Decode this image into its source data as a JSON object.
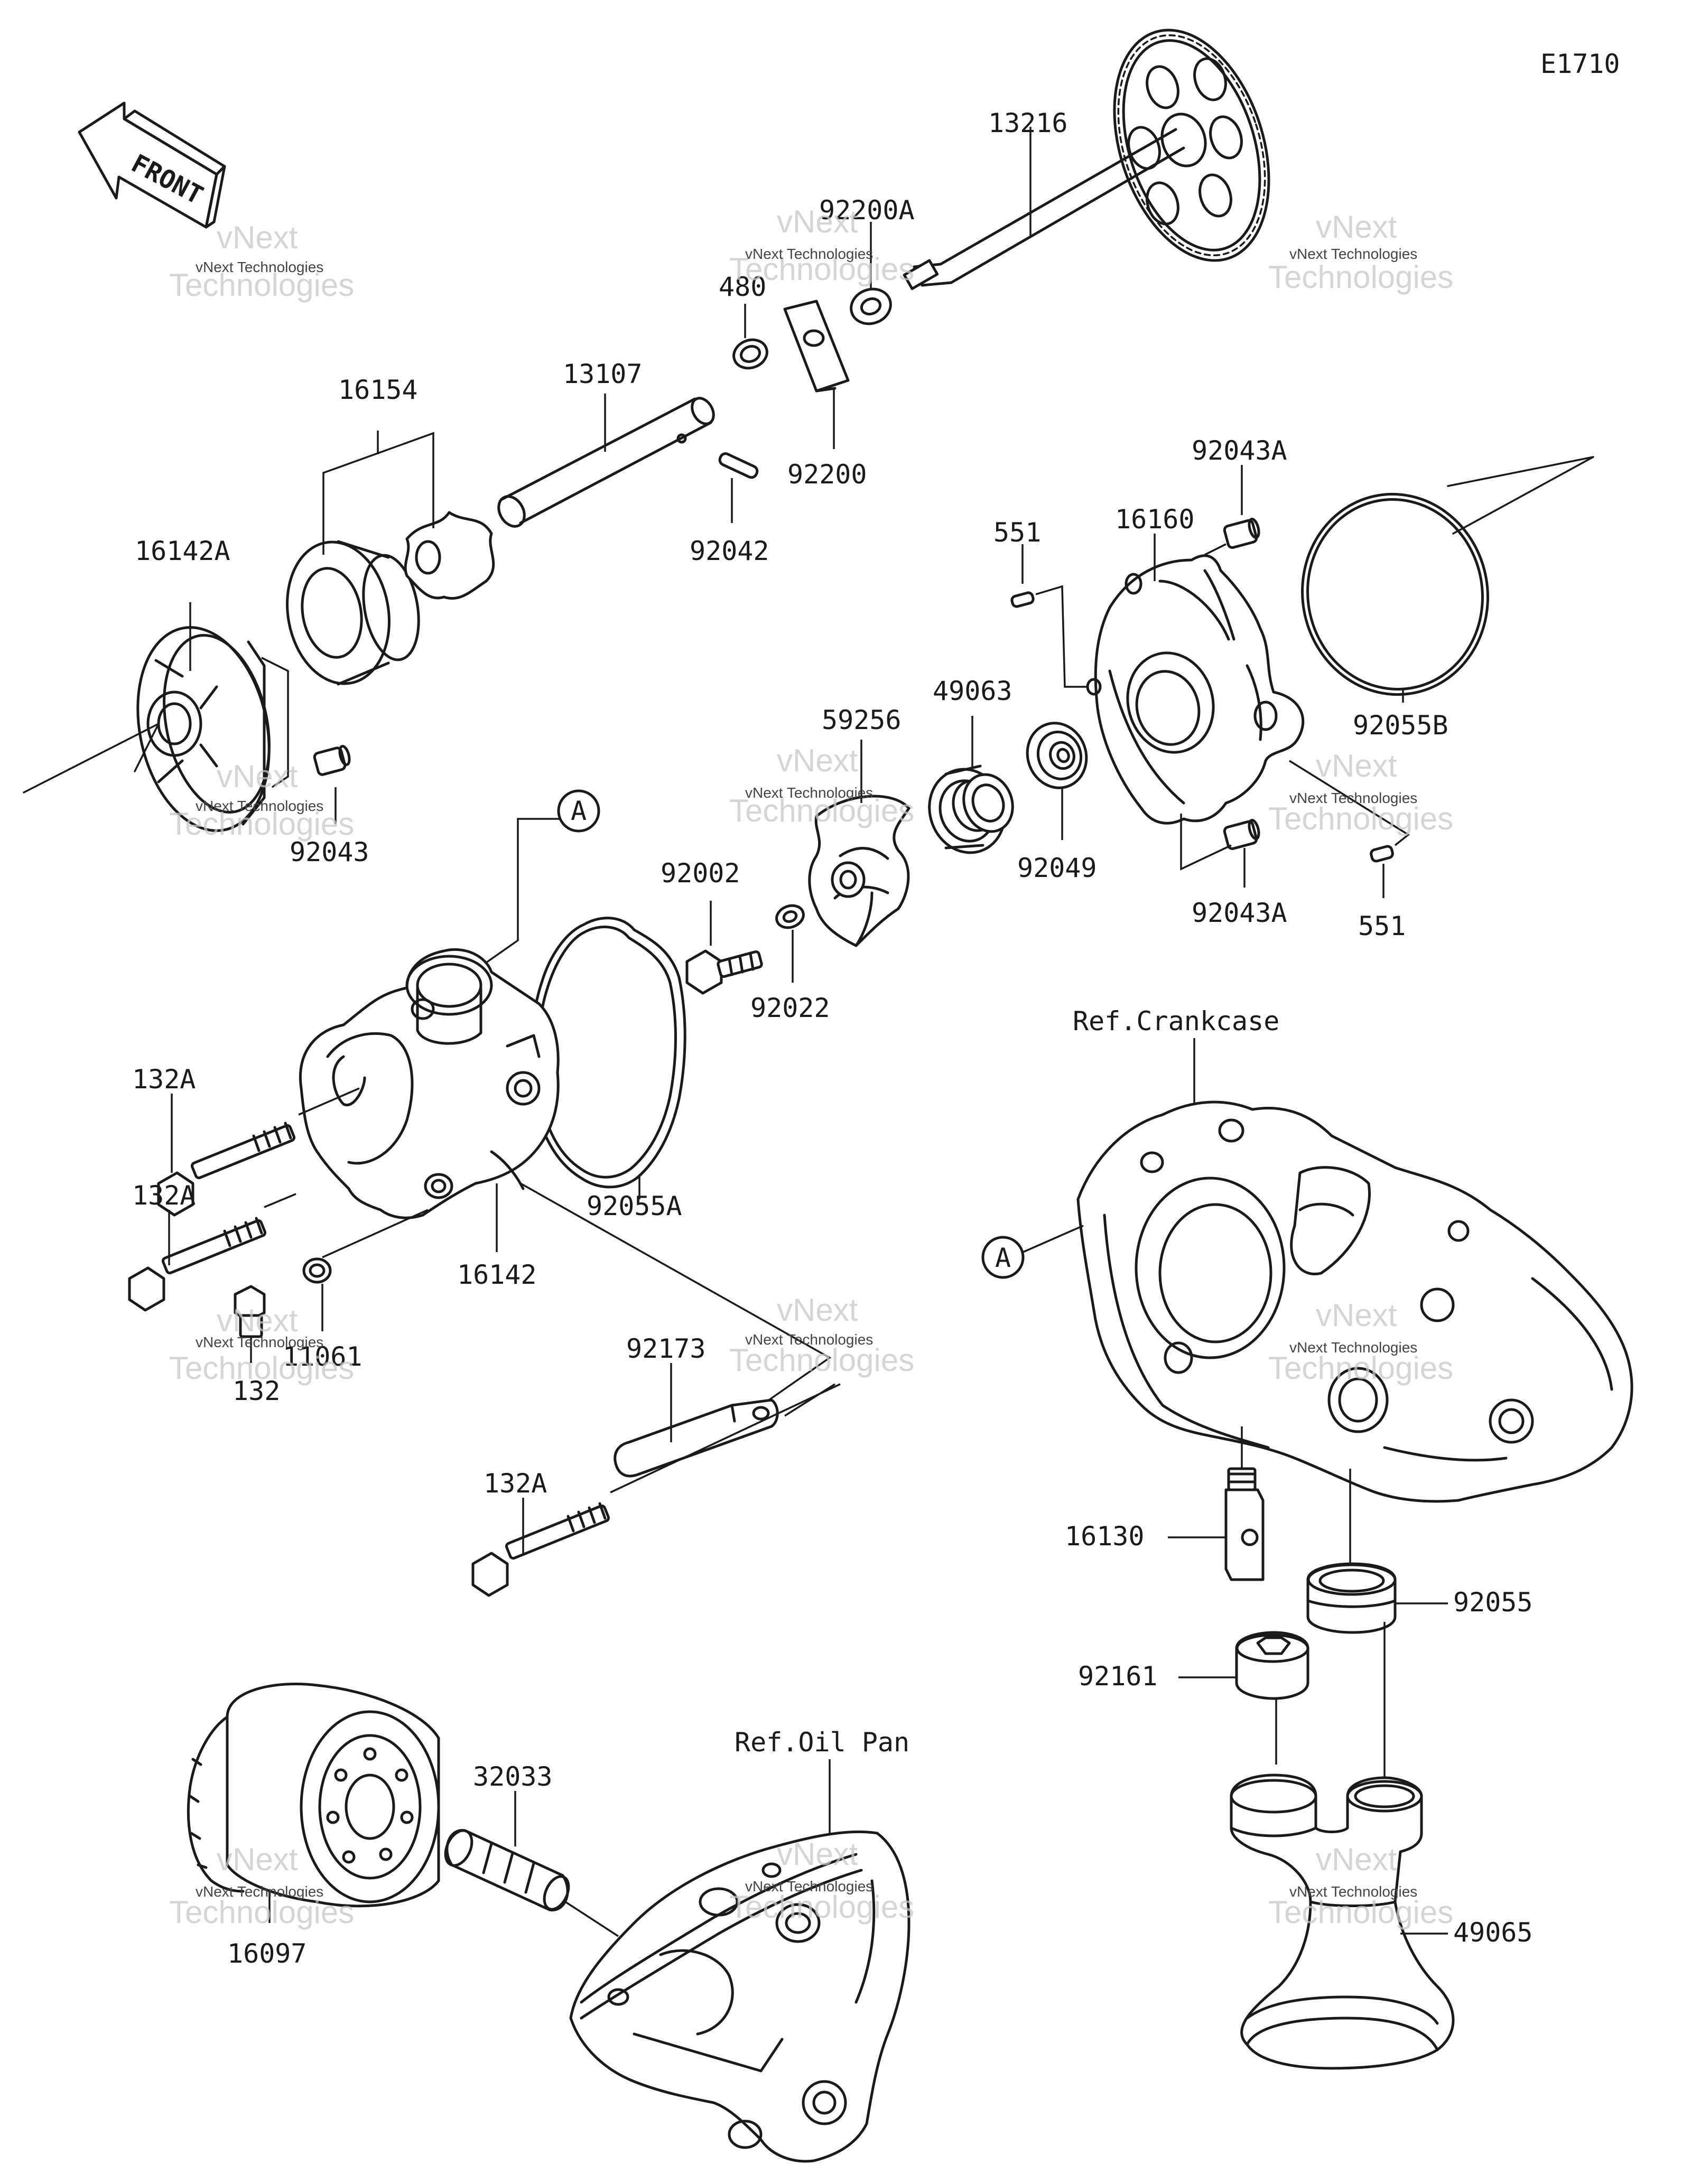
{
  "diagram_code": "E1710",
  "front_arrow": {
    "label": "FRONT",
    "icon": "front-arrow-icon"
  },
  "callouts": {
    "a_top": "A",
    "a_crankcase": "A"
  },
  "references": {
    "crankcase": "Ref.Crankcase",
    "oil_pan": "Ref.Oil Pan"
  },
  "parts": {
    "p13216": "13216",
    "p92200A": "92200A",
    "p480": "480",
    "p13107": "13107",
    "p16154": "16154",
    "p92200": "92200",
    "p92042": "92042",
    "p16142A": "16142A",
    "p92043": "92043",
    "p92043A_top": "92043A",
    "p16160": "16160",
    "p551_top": "551",
    "p92055B": "92055B",
    "p49063": "49063",
    "p59256": "59256",
    "p92002": "92002",
    "p92049": "92049",
    "p92043A_bottom": "92043A",
    "p551_bottom": "551",
    "p92022": "92022",
    "p132A_1": "132A",
    "p132A_2": "132A",
    "p132A_3": "132A",
    "p92055A": "92055A",
    "p16142": "16142",
    "p132": "132",
    "p11061": "11061",
    "p92173": "92173",
    "p16130": "16130",
    "p92055": "92055",
    "p92161": "92161",
    "p32033": "32033",
    "p16097": "16097",
    "p49065": "49065"
  },
  "watermark": {
    "line1": "vNext Technologies",
    "line2": "vNext",
    "line3": "Technologies"
  }
}
